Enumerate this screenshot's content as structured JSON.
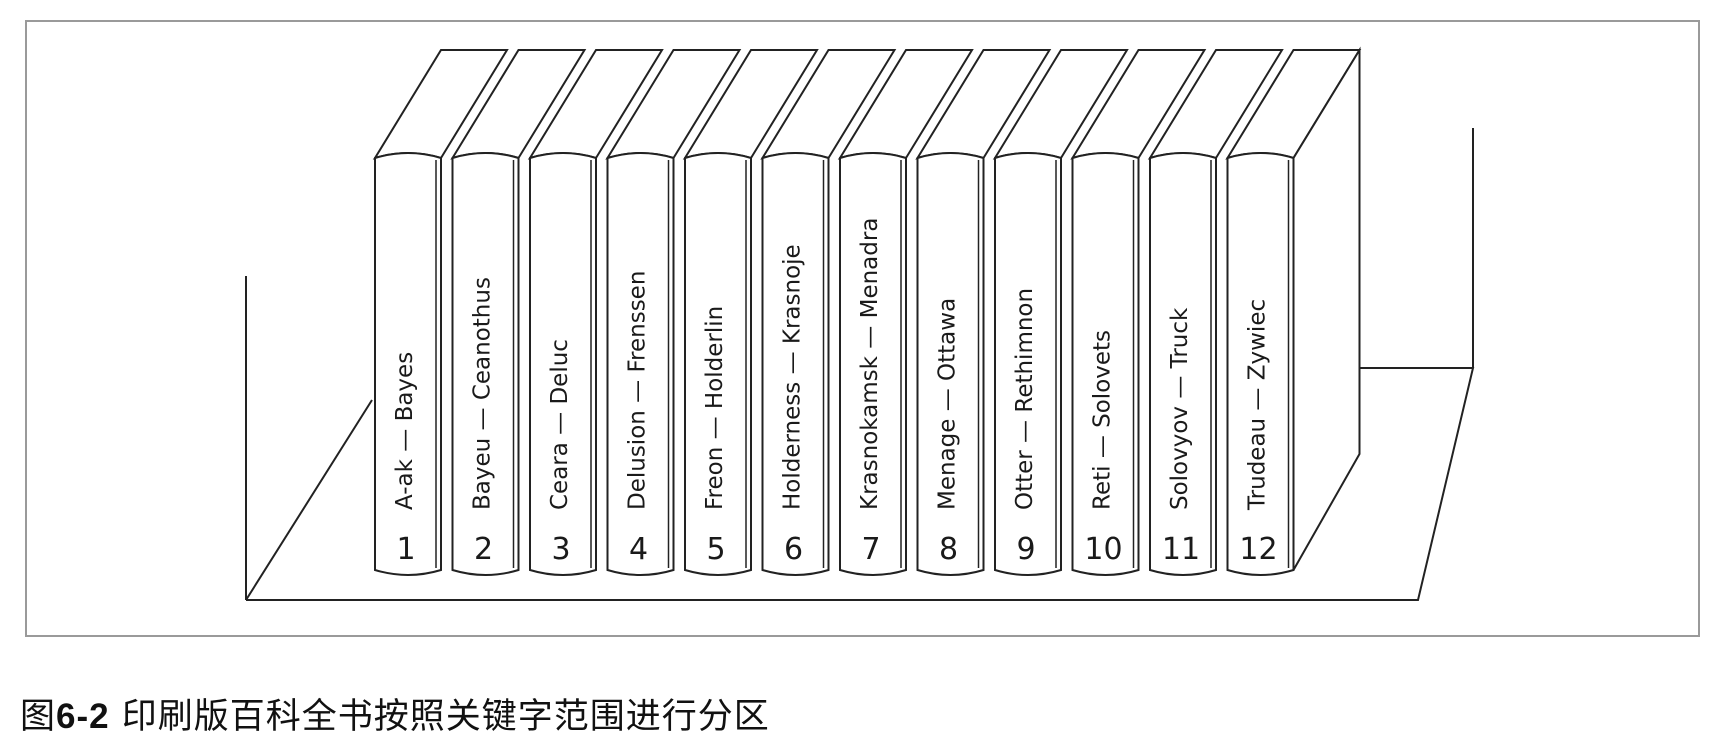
{
  "figure": {
    "caption": {
      "prefix": "图",
      "number": "6-2",
      "text": " 印刷版百科全书按照关键字范围进行分区"
    },
    "volumes": [
      {
        "number": "1",
        "label": "A-ak — Bayes"
      },
      {
        "number": "2",
        "label": "Bayeu — Ceanothus"
      },
      {
        "number": "3",
        "label": "Ceara — Deluc"
      },
      {
        "number": "4",
        "label": "Delusion — Frenssen"
      },
      {
        "number": "5",
        "label": "Freon — Holderlin"
      },
      {
        "number": "6",
        "label": "Holderness — Krasnoje"
      },
      {
        "number": "7",
        "label": "Krasnokamsk — Menadra"
      },
      {
        "number": "8",
        "label": "Menage — Ottawa"
      },
      {
        "number": "9",
        "label": "Otter — Rethimnon"
      },
      {
        "number": "10",
        "label": "Reti — Solovets"
      },
      {
        "number": "11",
        "label": "Solovyov — Truck"
      },
      {
        "number": "12",
        "label": "Trudeau — Zywiec"
      }
    ],
    "colors": {
      "line": "#222222",
      "frame": "#9a9a9a",
      "spine": "#ffffff"
    }
  }
}
